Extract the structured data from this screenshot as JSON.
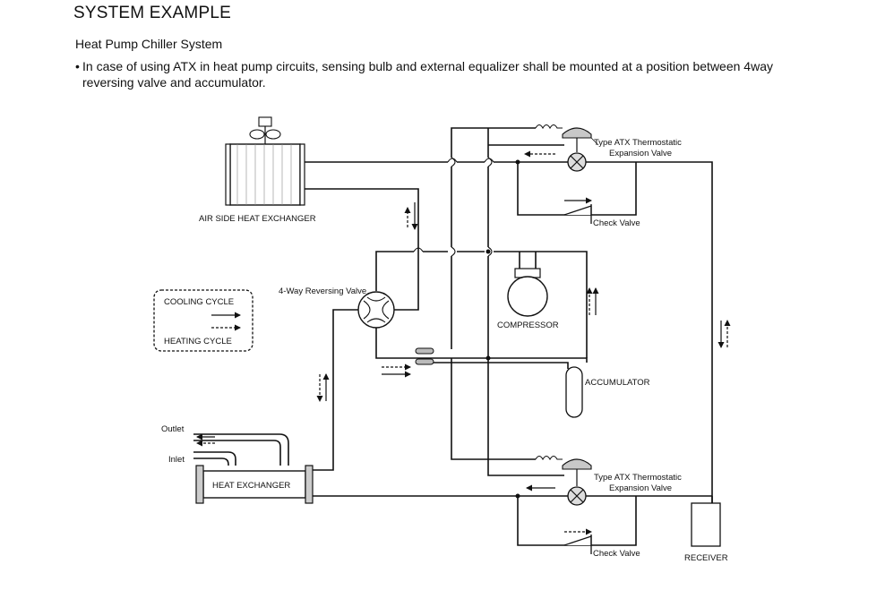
{
  "header": {
    "title": "SYSTEM EXAMPLE",
    "subtitle": "Heat Pump Chiller System",
    "bullet": "•",
    "note": "In case of using ATX in heat pump circuits, sensing bulb and external equalizer shall be mounted at a position between 4way reversing valve and accumulator."
  },
  "diagram": {
    "air_hx_label": "AIR  SIDE HEAT EXCHANGER",
    "txv_top_line1": "Type ATX Thermostatic",
    "txv_top_line2": "Expansion Valve",
    "check_valve_top": "Check Valve",
    "reversing_valve": "4-Way Reversing Valve",
    "compressor": "COMPRESSOR",
    "accumulator": "ACCUMULATOR",
    "legend_cooling": "COOLING CYCLE",
    "legend_heating": "HEATING CYCLE",
    "outlet": "Outlet",
    "inlet": "Inlet",
    "heat_exchanger": "HEAT EXCHANGER",
    "txv_bottom_line1": "Type ATX Thermostatic",
    "txv_bottom_line2": "Expansion Valve",
    "check_valve_bottom": "Check Valve",
    "receiver": "RECEIVER"
  }
}
